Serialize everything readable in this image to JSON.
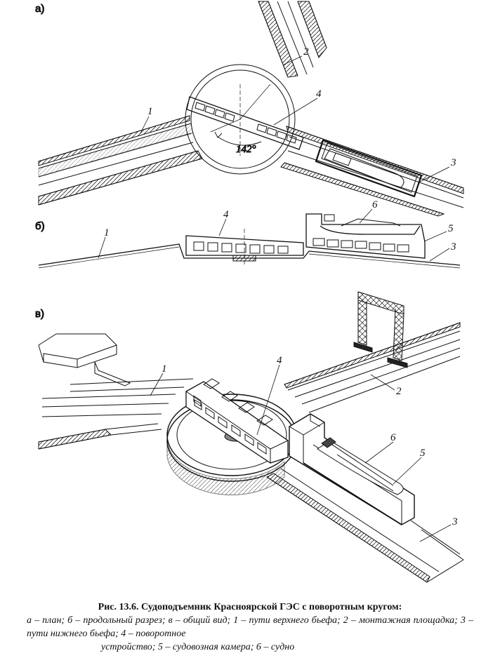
{
  "panels": {
    "a": "а)",
    "b": "б)",
    "v": "в)"
  },
  "callouts": [
    "1",
    "2",
    "3",
    "4",
    "5",
    "6"
  ],
  "angle_label": "142°",
  "caption": {
    "title": "Рис. 13.6. Судоподъемник Красноярской ГЭС с поворотным кругом:",
    "body": "а – план; б – продольный разрез; в – общий вид; 1 – пути верхнего бьефа; 2 – монтажная площадка; 3 – пути нижнего бьефа; 4 – поворотное",
    "last_line": "устройство; 5 – судовозная камера; 6 – судно"
  }
}
